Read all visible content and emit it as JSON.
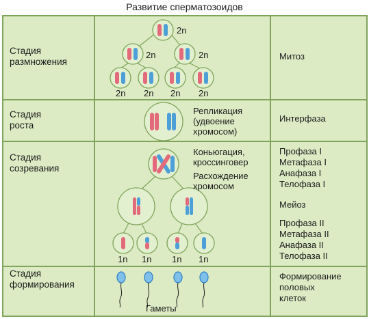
{
  "title": "Развитие сперматозоидов",
  "stages": {
    "reproduction": [
      "Стадия",
      "размножения"
    ],
    "growth": [
      "Стадия",
      "роста"
    ],
    "maturation": [
      "Стадия",
      "созревания"
    ],
    "formation": [
      "Стадия",
      "формирования"
    ]
  },
  "right": {
    "mitosis": "Митоз",
    "interphase": "Интерфаза",
    "meiosis1": [
      "Профаза I",
      "Метафаза I",
      "Анафаза I",
      "Телофаза I"
    ],
    "meiosis": "Мейоз",
    "meiosis2": [
      "Профаза II",
      "Метафаза II",
      "Анафаза II",
      "Телофаза II"
    ],
    "formation": [
      "Формирование",
      "половых",
      "клеток"
    ]
  },
  "center": {
    "replication": [
      "Репликация",
      "(удвоение",
      "хромосом)"
    ],
    "conjugation": [
      "Коньюгация,",
      "кроссинговер"
    ],
    "divergence": [
      "Расхождение",
      "хромосом"
    ],
    "gametes": "Гаметы"
  },
  "ploidy": {
    "diploid": "2n",
    "haploid": "1n"
  },
  "colors": {
    "border": "#7ea35a",
    "fill": "#dcebc4",
    "cell_fill": "#e3f0cf",
    "chromosome_red": "#e36a7a",
    "chromosome_blue": "#4d9fd8"
  }
}
